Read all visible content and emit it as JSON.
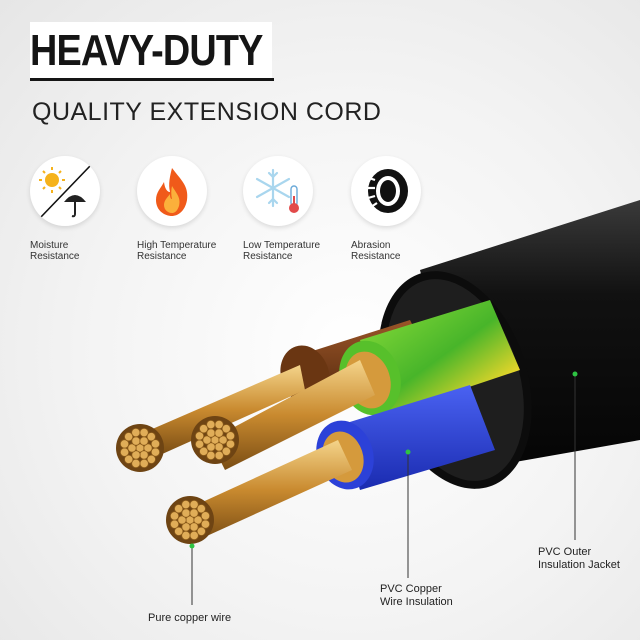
{
  "headline": "HEAVY-DUTY",
  "subheadline": "QUALITY EXTENSION CORD",
  "features": [
    {
      "icon": "sun-umbrella-crossed-icon",
      "label": "Moisture\nResistance"
    },
    {
      "icon": "flame-icon",
      "label": "High Temperature\nResistance"
    },
    {
      "icon": "snowflake-thermometer-icon",
      "label": "Low Temperature\nResistance"
    },
    {
      "icon": "tire-icon",
      "label": "Abrasion\nResistance"
    }
  ],
  "callouts": {
    "outer_jacket": "PVC Outer\nInsulation Jacket",
    "wire_insulation": "PVC Copper\nWire Insulation",
    "copper_wire": "Pure copper wire"
  },
  "colors": {
    "jacket": "#1a1a1a",
    "brown": "#7a3f1d",
    "green_yellow": "#4fbf2a",
    "blue": "#2a3fd6",
    "copper": "#d9a24a"
  }
}
